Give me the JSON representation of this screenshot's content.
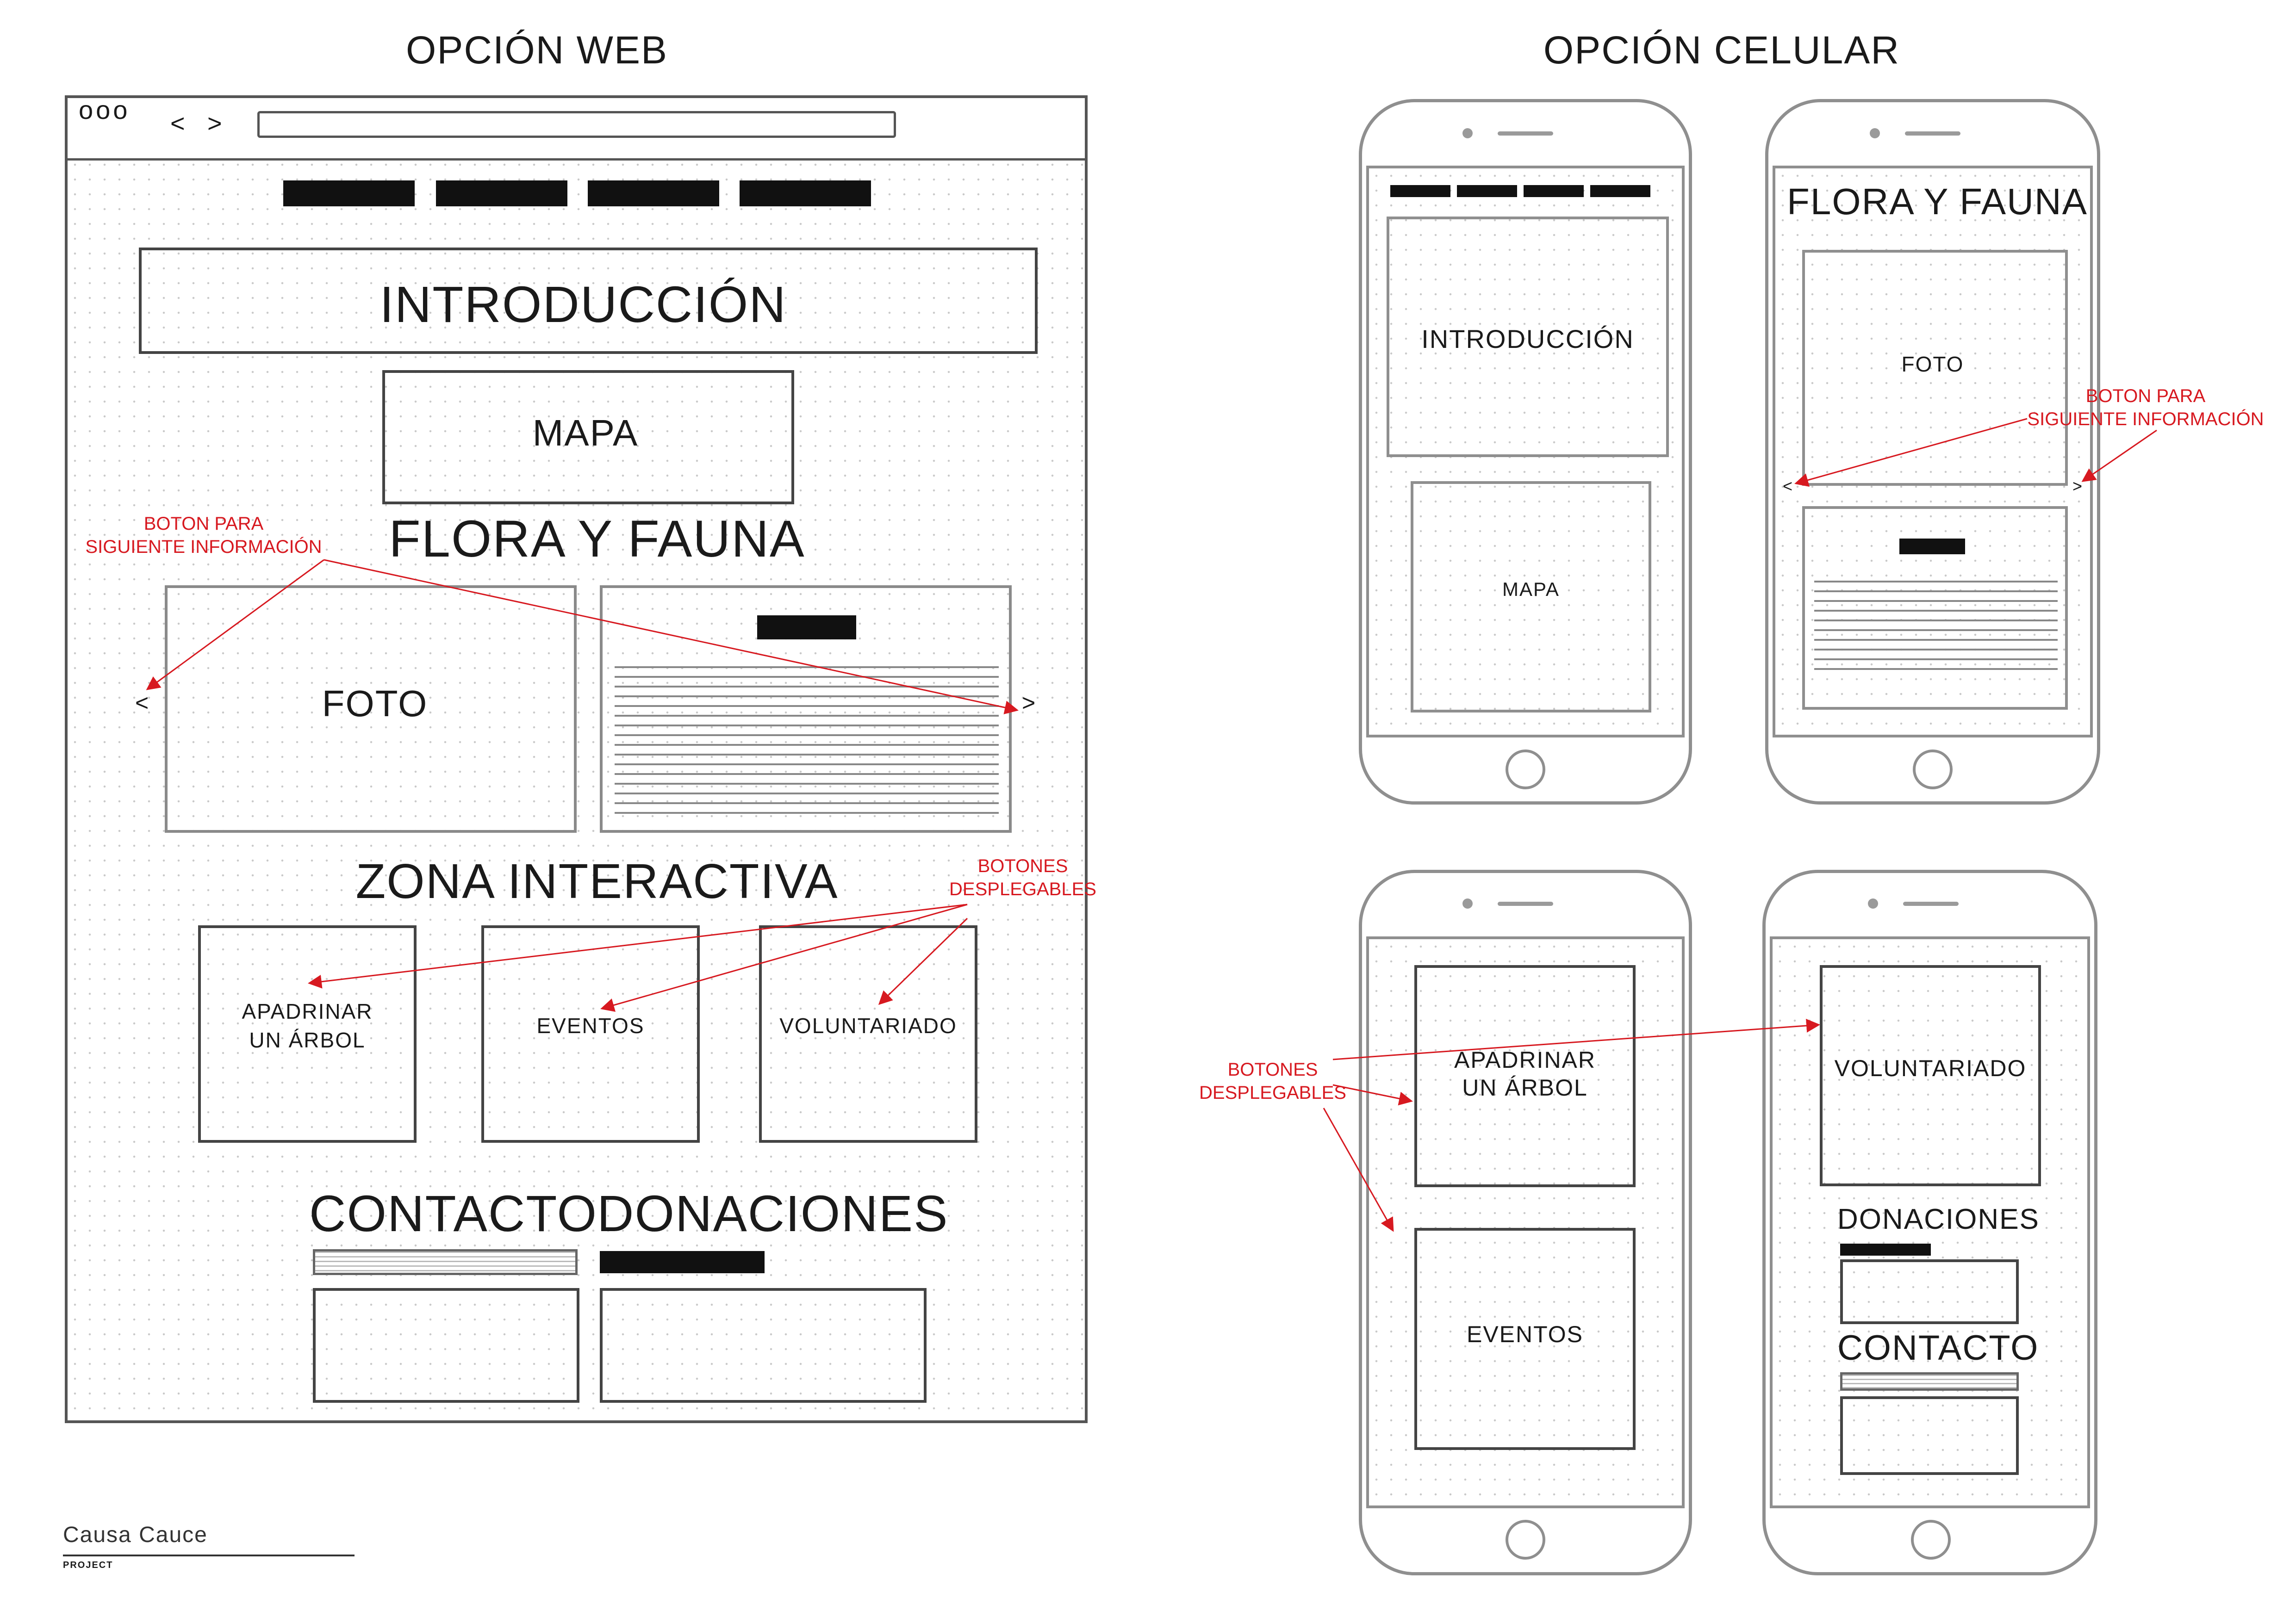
{
  "web": {
    "heading": "OPCIÓN WEB",
    "browser_controls": {
      "dots": "ooo",
      "back": "<",
      "forward": ">"
    },
    "sections": {
      "intro": "INTRODUCCIÓN",
      "map": "MAPA",
      "flora": "FLORA Y FAUNA",
      "photo": "FOTO",
      "prev_arrow": "<",
      "next_arrow": ">",
      "interactive": "ZONA INTERACTIVA",
      "cards": [
        "APADRINAR UN ÁRBOL",
        "EVENTOS",
        "VOLUNTARIADO"
      ],
      "contact": "CONTACTO",
      "donations": "DONACIONES"
    },
    "annotations": {
      "next_button_line1": "BOTON PARA",
      "next_button_line2": "SIGUIENTE INFORMACIÓN",
      "dropdown_line1": "BOTONES",
      "dropdown_line2": "DESPLEGABLES"
    }
  },
  "mobile": {
    "heading": "OPCIÓN CELULAR",
    "phone1": {
      "intro": "INTRODUCCIÓN",
      "map": "MAPA"
    },
    "phone2": {
      "title": "FLORA Y FAUNA",
      "photo": "FOTO",
      "prev_arrow": "<",
      "next_arrow": ">"
    },
    "phone3": {
      "card1_line1": "APADRINAR",
      "card1_line2": "UN ÁRBOL",
      "card2": "EVENTOS"
    },
    "phone4": {
      "card": "VOLUNTARIADO",
      "donations": "DONACIONES",
      "contact": "CONTACTO"
    },
    "annotations": {
      "next_button_line1": "BOTON PARA",
      "next_button_line2": "SIGUIENTE INFORMACIÓN",
      "dropdown_line1": "BOTONES",
      "dropdown_line2": "DESPLEGABLES"
    }
  },
  "footer": {
    "brand": "Causa Cauce",
    "sub": "PROJECT"
  },
  "colors": {
    "annotation": "#d71920",
    "ink": "#111111",
    "frame": "#8f8f8f"
  }
}
